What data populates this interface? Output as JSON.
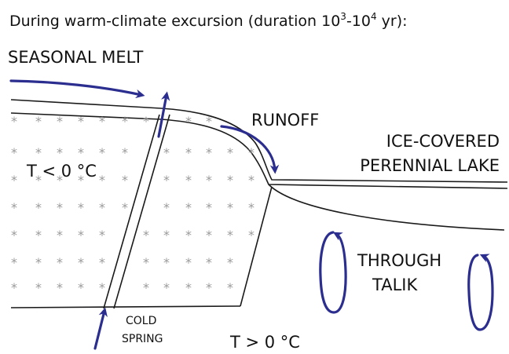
{
  "title": {
    "prefix": "During warm-climate excursion (duration 10",
    "exp1": "3",
    "middle": "-10",
    "exp2": "4",
    "suffix": " yr):"
  },
  "labels": {
    "seasonal_melt": "SEASONAL MELT",
    "runoff": "RUNOFF",
    "lake_line1": "ICE-COVERED",
    "lake_line2": "PERENNIAL LAKE",
    "cold_temp": "T < 0 °C",
    "warm_temp": "T > 0 °C",
    "talik_line1": "THROUGH",
    "talik_line2": "TALIK",
    "spring_line1": "COLD",
    "spring_line2": "SPRING"
  },
  "symbols": {
    "frozen_marker": "*"
  },
  "colors": {
    "arrow": "#2b2e8f",
    "line": "#1a1a1a",
    "marker": "#9a9a9a",
    "text": "#111111",
    "background": "#ffffff"
  }
}
